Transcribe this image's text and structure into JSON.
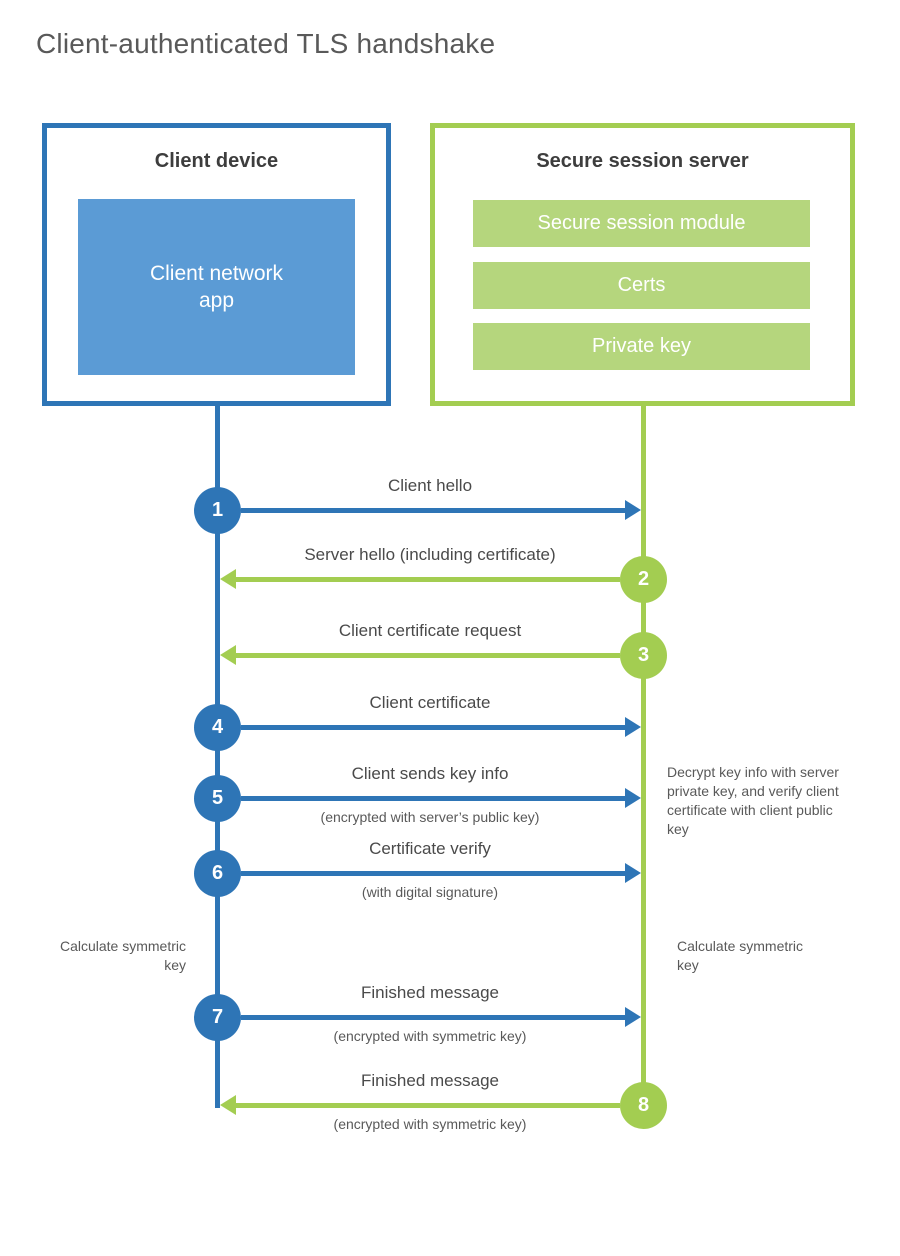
{
  "title": "Client-authenticated TLS handshake",
  "colors": {
    "blue": "#2e75b6",
    "light_blue": "#5b9bd5",
    "green": "#a3cd51",
    "light_green": "#b5d67d",
    "heading_text": "#3d3d3d",
    "body_text": "#595959"
  },
  "client_box": {
    "title": "Client device",
    "module": "Client network\napp"
  },
  "server_box": {
    "title": "Secure session server",
    "modules": [
      "Secure session module",
      "Certs",
      "Private key"
    ]
  },
  "steps": [
    {
      "num": "1",
      "label": "Client hello",
      "sub": "",
      "dir": "right",
      "color": "blue"
    },
    {
      "num": "2",
      "label": "Server hello (including certificate)",
      "sub": "",
      "dir": "left",
      "color": "green"
    },
    {
      "num": "3",
      "label": "Client certificate request",
      "sub": "",
      "dir": "left",
      "color": "green"
    },
    {
      "num": "4",
      "label": "Client certificate",
      "sub": "",
      "dir": "right",
      "color": "blue"
    },
    {
      "num": "5",
      "label": "Client sends key info",
      "sub": "(encrypted with server’s public key)",
      "dir": "right",
      "color": "blue"
    },
    {
      "num": "6",
      "label": "Certificate verify",
      "sub": "(with digital signature)",
      "dir": "right",
      "color": "blue"
    },
    {
      "num": "7",
      "label": "Finished message",
      "sub": "(encrypted with symmetric key)",
      "dir": "right",
      "color": "blue"
    },
    {
      "num": "8",
      "label": "Finished message",
      "sub": "(encrypted with symmetric key)",
      "dir": "left",
      "color": "green"
    }
  ],
  "annotations": {
    "server_decrypt_note": "Decrypt key info with server private key, and verify client certificate with client public key",
    "client_calc_note": "Calculate symmetric key",
    "server_calc_note": "Calculate symmetric key"
  }
}
